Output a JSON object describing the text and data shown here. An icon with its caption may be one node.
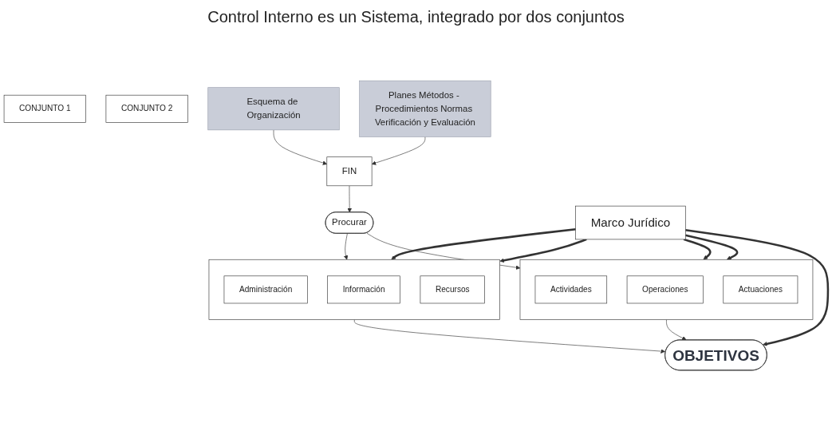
{
  "diagram": {
    "title": "Control Interno es un Sistema, integrado por dos conjuntos",
    "nodes": [
      {
        "text": [
          "CONJUNTO 1"
        ]
      },
      {
        "text": [
          "CONJUNTO 2"
        ]
      },
      {
        "text": [
          "Planes Métodos - Procedimientos Normas Verificación y Evaluación"
        ]
      },
      {
        "text": [
          "FIN"
        ]
      },
      {
        "text": [
          "Esquema de Organización"
        ]
      },
      {
        "text": [
          "Procurar"
        ]
      },
      {
        "text": [],
        "shape": "box"
      },
      {
        "text": [
          "Actividades"
        ],
        "in": 6
      },
      {
        "text": [
          "Operaciones"
        ],
        "in": 6
      },
      {
        "text": [
          "Actuaciones"
        ],
        "in": 6
      },
      {
        "text": [
          "OBJETIVOS"
        ]
      },
      {
        "text": [],
        "shape": "box"
      },
      {
        "text": [
          "Administración"
        ],
        "in": 11
      },
      {
        "text": [
          "Información"
        ],
        "in": 11
      },
      {
        "text": [
          "Recursos"
        ],
        "in": 11
      },
      {
        "text": [
          "Marco Jurídico"
        ]
      }
    ],
    "edges": [
      {
        "from": 2,
        "to": 3,
        "arrow": "to"
      },
      {
        "from": 4,
        "to": 3,
        "arrow": "to"
      },
      {
        "from": 3,
        "to": 5,
        "arrow": "to"
      },
      {
        "from": 5,
        "to": 6,
        "arrow": "to"
      },
      {
        "from": 5,
        "to": 11,
        "arrow": "to"
      },
      {
        "from": 6,
        "to": 10,
        "arrow": "to"
      },
      {
        "from": 11,
        "to": 10,
        "arrow": "to"
      },
      {
        "from": 15,
        "to": 6,
        "arrow": "to",
        "style": "thick"
      },
      {
        "from": 15,
        "to": 6,
        "arrow": "to",
        "style": "thick"
      },
      {
        "from": 15,
        "to": 10,
        "arrow": "to",
        "style": "thick"
      },
      {
        "from": 15,
        "to": 11,
        "arrow": "to",
        "style": "thick"
      },
      {
        "from": 15,
        "to": 11,
        "arrow": "to",
        "style": "thick"
      }
    ]
  }
}
